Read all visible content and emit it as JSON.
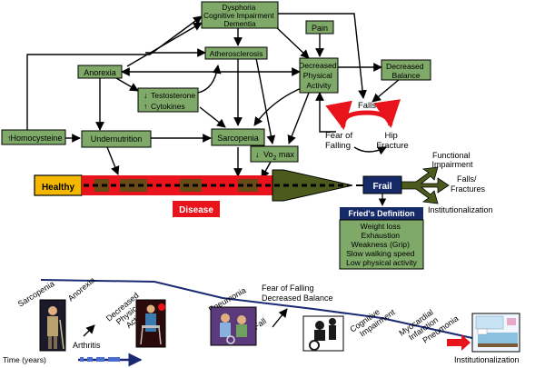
{
  "top_diagram": {
    "nodes": {
      "dysphoria": [
        "Dysphoria",
        "Cognitive Impairment",
        "Dementia"
      ],
      "pain": "Pain",
      "atherosclerosis": "Atherosclerosis",
      "anorexia": "Anorexia",
      "decreased_physical_activity": [
        "Decreased",
        "Physical",
        "Activity"
      ],
      "decreased_balance": [
        "Decreased",
        "Balance"
      ],
      "testosterone_cytokines": [
        "Testosterone",
        "Cytokines"
      ],
      "homocysteine": "Homocysteine",
      "undernutrition": "Undernutrition",
      "sarcopenia": "Sarcopenia",
      "vo2max": {
        "prefix": "Vo",
        "sub": "2",
        "suffix": " max"
      }
    },
    "falls_cycle": {
      "falls": "Falls",
      "fear_of_falling": [
        "Fear of",
        "Falling"
      ],
      "hip_fracture": [
        "Hip",
        "Fracture"
      ]
    },
    "bar": {
      "healthy": "Healthy",
      "disease": "Disease",
      "frail": "Frail"
    },
    "outcomes": {
      "functional_impairment": [
        "Functional",
        "Impairment"
      ],
      "falls_fractures": [
        "Falls/",
        "Fractures"
      ],
      "institutionalization": "Institutionalization"
    },
    "fried": {
      "title": "Fried's Definition",
      "items": [
        "Weight loss",
        "Exhaustion",
        "Weakness (Grip)",
        "Slow walking speed",
        "Low physical activity"
      ]
    }
  },
  "timeline": {
    "labels": {
      "sarcopenia": "Sarcopenia",
      "anorexia": "Anorexia",
      "decreased_physical_activity": [
        "Decreased",
        "Physical",
        "Activity"
      ],
      "arthritis": "Arthritis",
      "pneumonia1": "Pneumonia",
      "fall": "Fall",
      "fear_balance": [
        "Fear of Falling",
        "Decreased Balance"
      ],
      "cognitive_impairment": [
        "Cognitive",
        "Impairment"
      ],
      "myocardial_infarction": [
        "Myocardial",
        "Infarction"
      ],
      "pneumonia2": "Pneumonia",
      "institutionalization": "Institutionalization"
    },
    "axis_label": "Time (years)"
  },
  "colors": {
    "node_fill": "#7fa968",
    "healthy_fill": "#f5b800",
    "disease_red": "#e8131b",
    "frail_navy": "#162a6a",
    "olive": "#4d5a1e",
    "navy_line": "#1a2a72"
  },
  "icons": [
    "old-man-icon",
    "walker-icon",
    "wheelchair-icon",
    "nursing-home-bed-icon"
  ]
}
